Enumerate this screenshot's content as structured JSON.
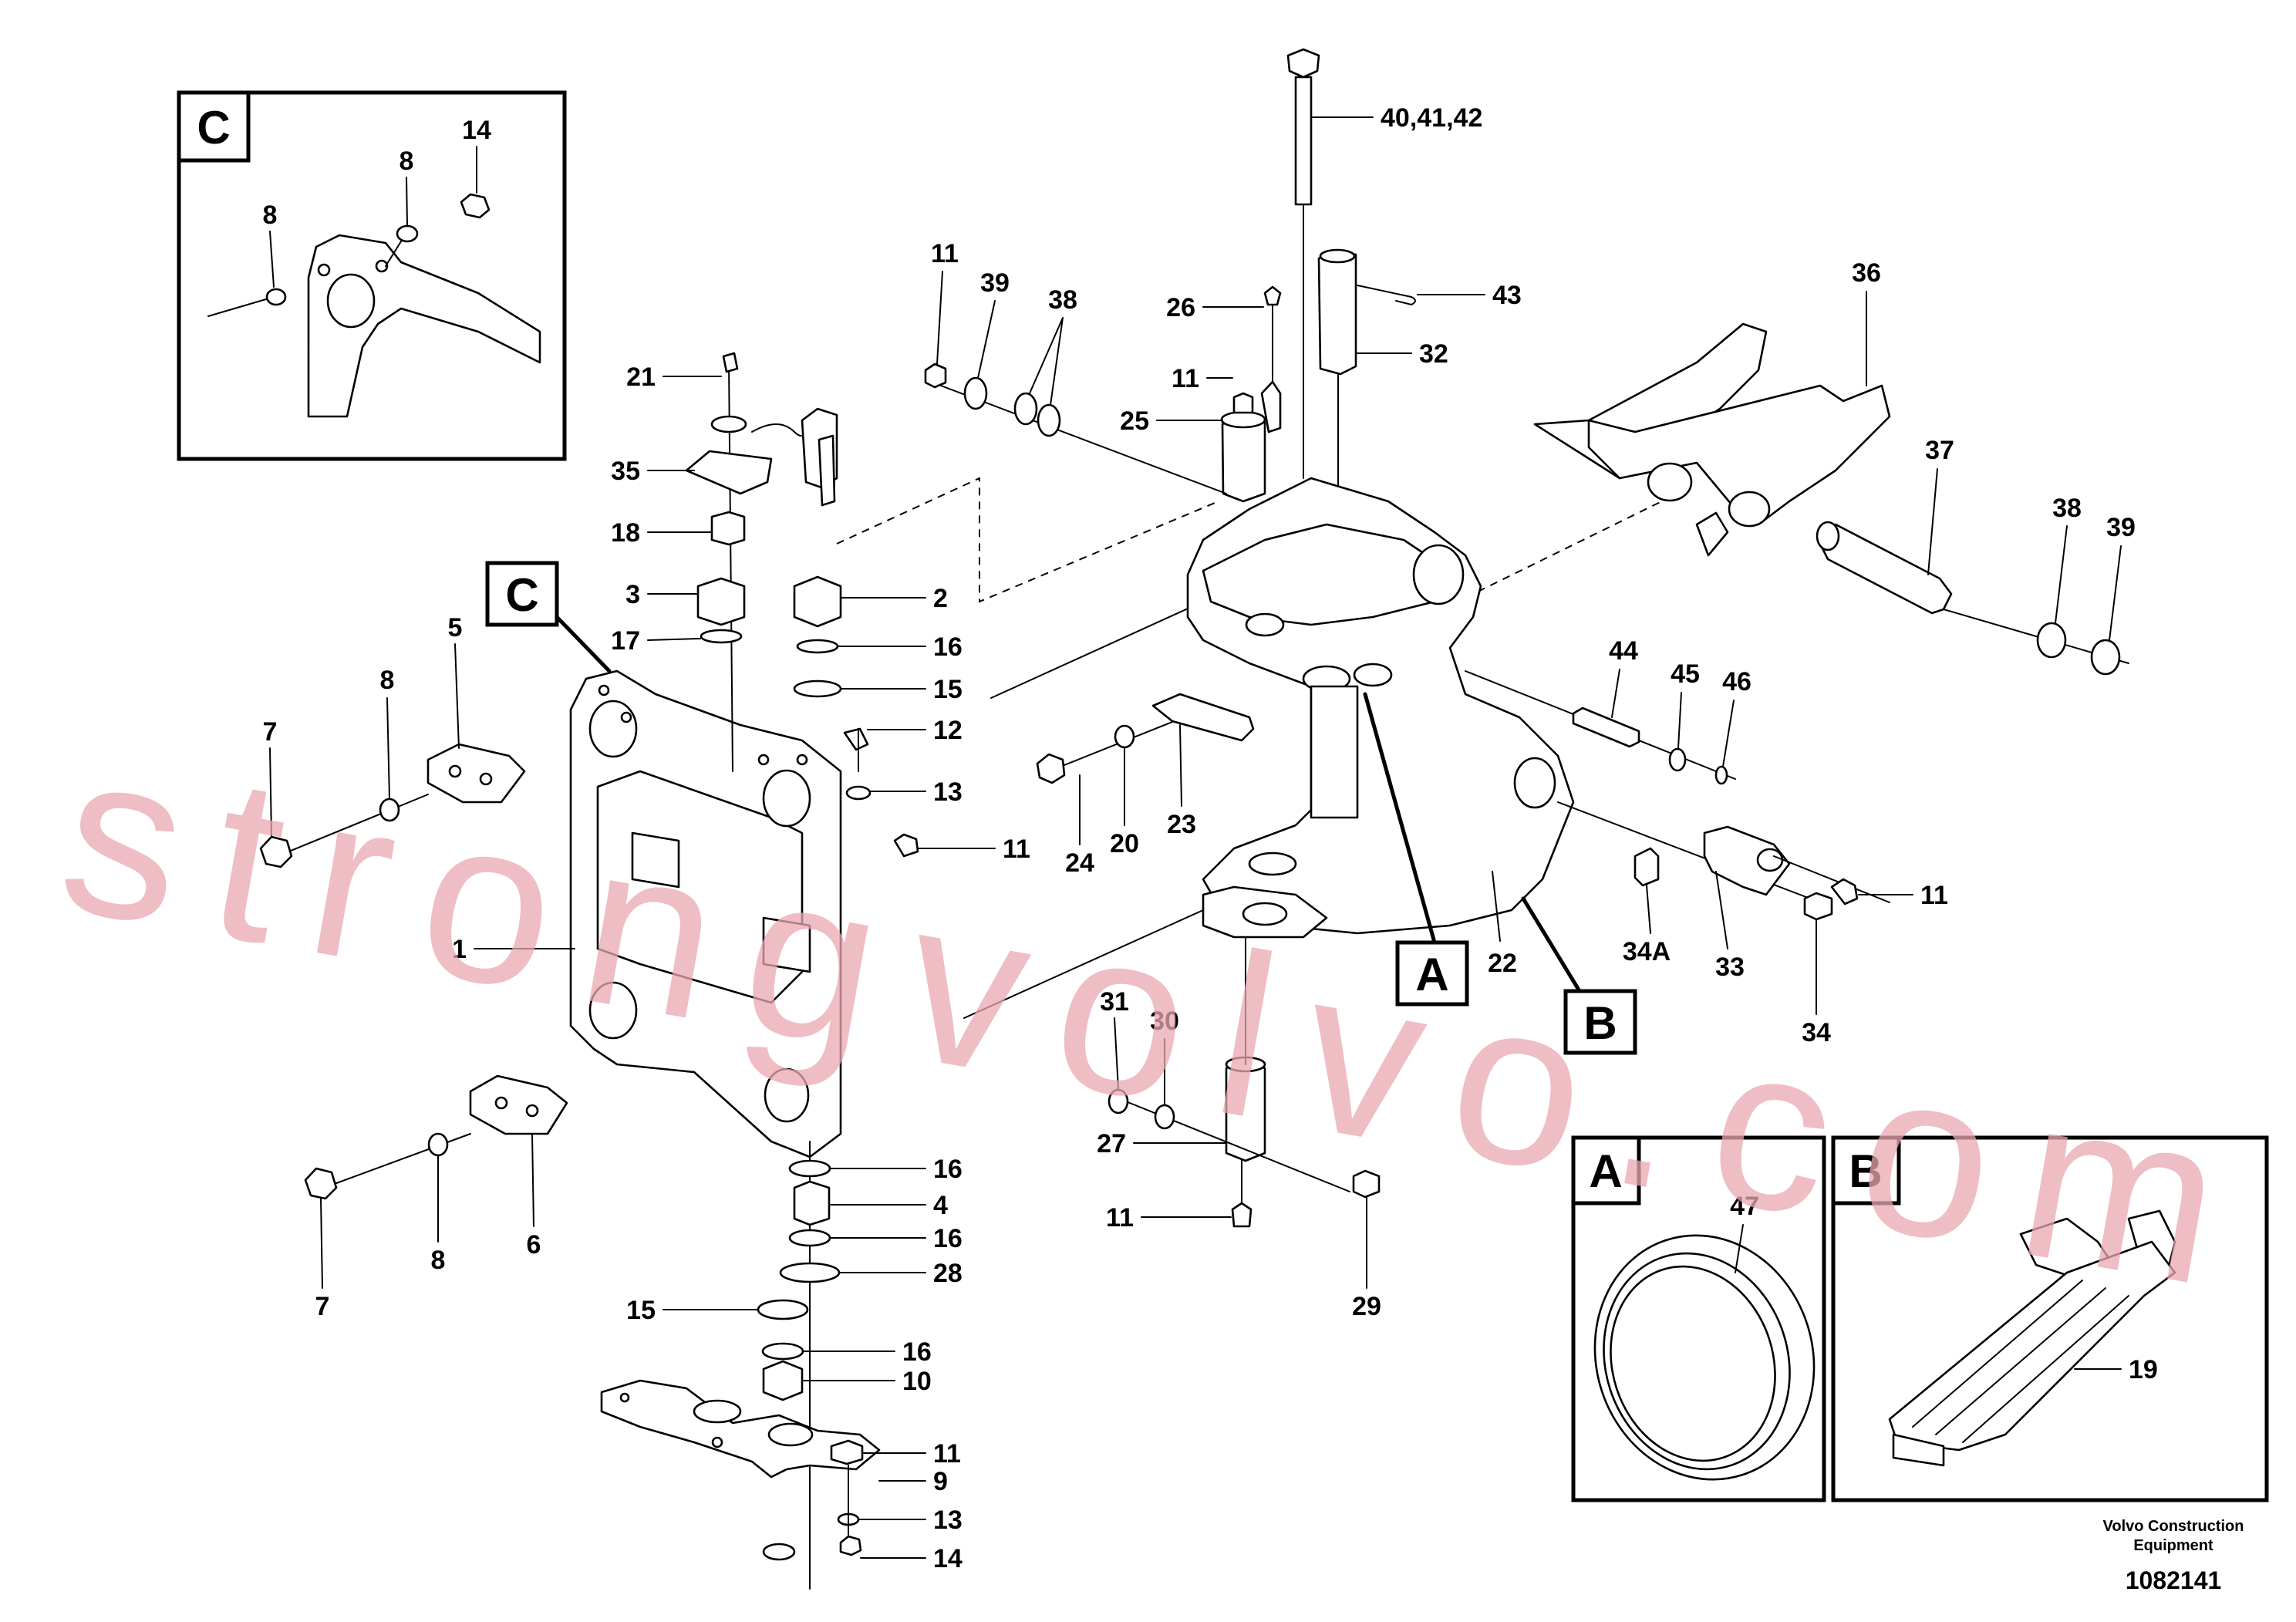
{
  "detail_boxes": {
    "c": "C",
    "a": "A",
    "b": "B"
  },
  "callouts": {
    "box_c": {
      "p8a": "8",
      "p8b": "8",
      "p14": "14"
    },
    "box_a": {
      "p47": "47"
    },
    "box_b": {
      "p19": "19"
    },
    "frame_left": {
      "p21": "21",
      "p35": "35",
      "p18": "18",
      "p3": "3",
      "p17": "17",
      "p2": "2",
      "p16a": "16",
      "p15a": "15",
      "p12": "12",
      "p13a": "13",
      "p11a": "11",
      "p5": "5",
      "p8a": "8",
      "p7a": "7",
      "p1": "1",
      "p6": "6",
      "p8b": "8",
      "p7b": "7",
      "p16b": "16",
      "p4": "4",
      "p16c": "16",
      "p28": "28",
      "p15b": "15",
      "p16d": "16",
      "p10": "10",
      "p11b": "11",
      "p9": "9",
      "p13b": "13",
      "p14": "14"
    },
    "swing_bracket": {
      "p404142": "40,41,42",
      "p43": "43",
      "p32": "32",
      "p26": "26",
      "p11c": "11",
      "p25": "25",
      "p11d": "11",
      "p39a": "39",
      "p38a": "38",
      "p36": "36",
      "p37": "37",
      "p38b": "38",
      "p39b": "39",
      "p44": "44",
      "p45": "45",
      "p46": "46",
      "p24": "24",
      "p20": "20",
      "p23": "23",
      "p22": "22",
      "p34a": "34A",
      "p33": "33",
      "p34": "34",
      "p11e": "11",
      "p31": "31",
      "p30": "30",
      "p27": "27",
      "p11f": "11",
      "p29": "29"
    }
  },
  "footer": {
    "maker_line1": "Volvo Construction",
    "maker_line2": "Equipment",
    "diagram_number": "1082141"
  },
  "watermark": "strongvolvo.com",
  "colors": {
    "line": "#000000",
    "watermark": "#e8a8b0",
    "background": "#ffffff"
  }
}
